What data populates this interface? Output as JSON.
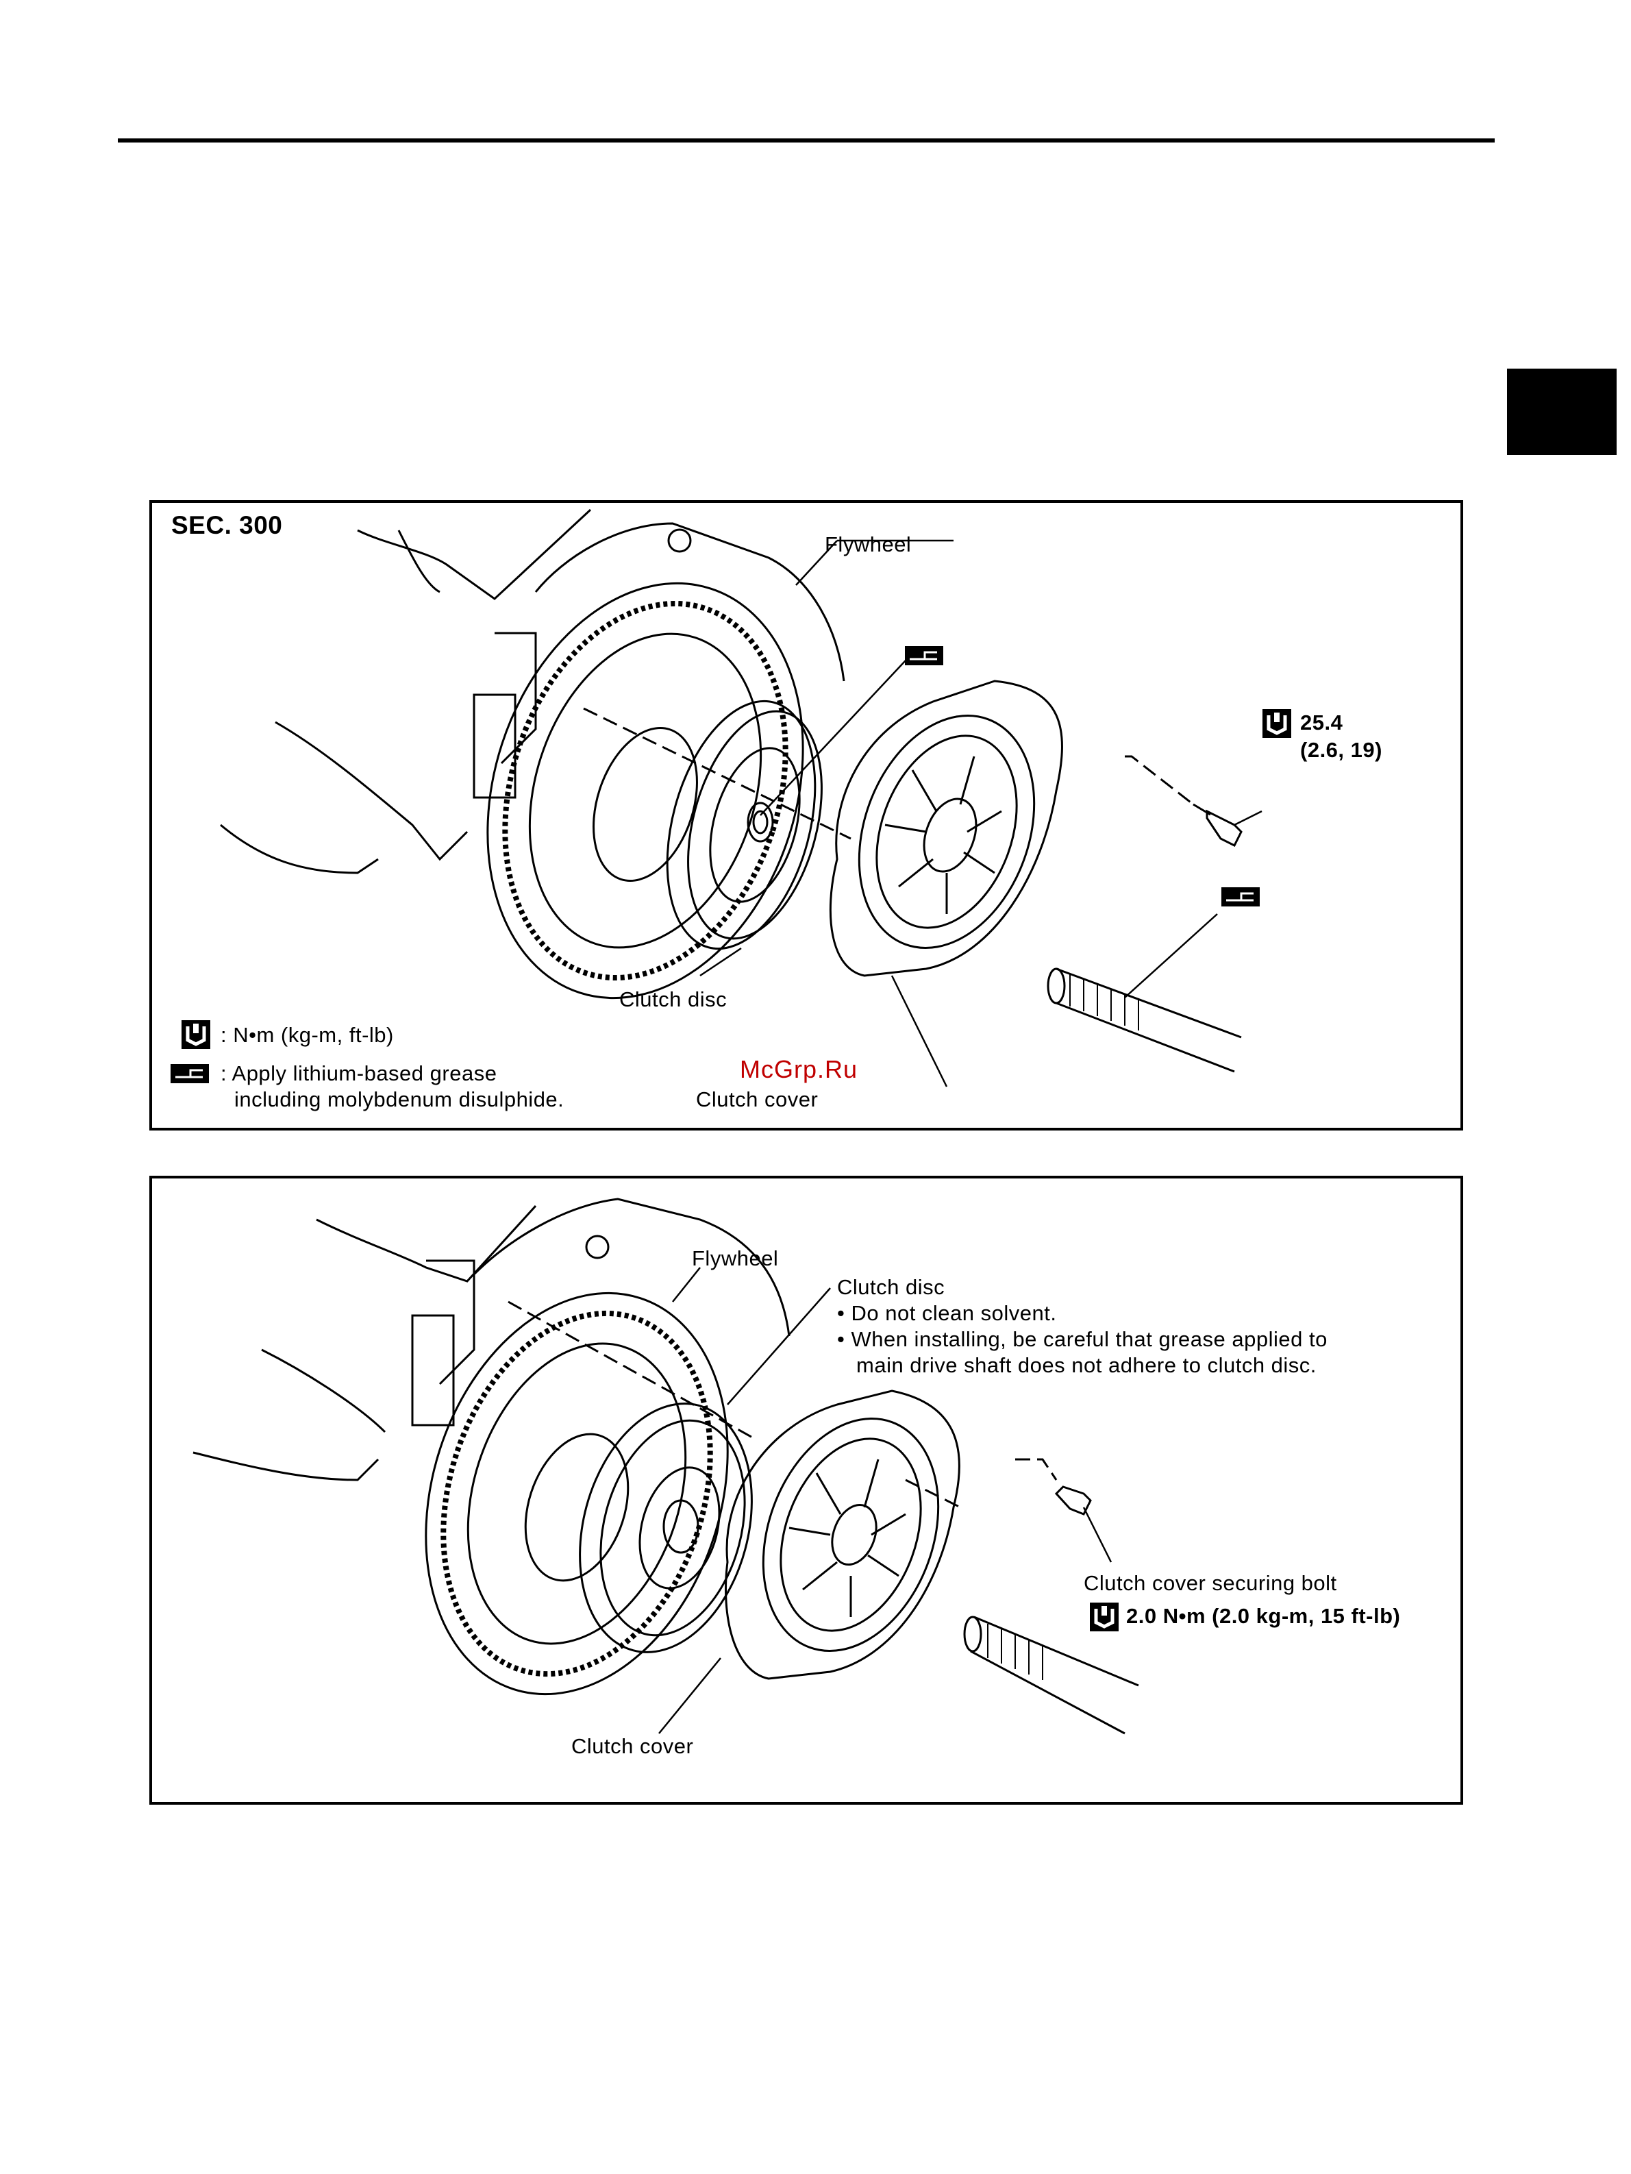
{
  "header": {
    "tab_color": "#000000"
  },
  "watermark": {
    "text": "McGrp.Ru",
    "color": "#c00000"
  },
  "panel1": {
    "section": "SEC. 300",
    "labels": {
      "flywheel": "Flywheel",
      "torque_value": "25.4",
      "torque_alt": "(2.6, 19)",
      "clutch_disc": "Clutch disc",
      "clutch_cover": "Clutch cover"
    },
    "legend": {
      "torque_unit": ": N•m (kg-m, ft-lb)",
      "grease_line1": ": Apply lithium-based grease",
      "grease_line2": "including molybdenum disulphide."
    },
    "icons": [
      "torque-wrench-icon",
      "grease-icon"
    ]
  },
  "panel2": {
    "labels": {
      "flywheel": "Flywheel",
      "clutch_disc": "Clutch disc",
      "note1": "• Do not clean solvent.",
      "note2": "• When installing, be careful that grease applied to",
      "note3": "main drive shaft does not adhere to clutch disc.",
      "bolt": "Clutch cover securing bolt",
      "bolt_torque": "2.0 N•m (2.0 kg-m, 15 ft-lb)",
      "clutch_cover": "Clutch cover"
    }
  }
}
